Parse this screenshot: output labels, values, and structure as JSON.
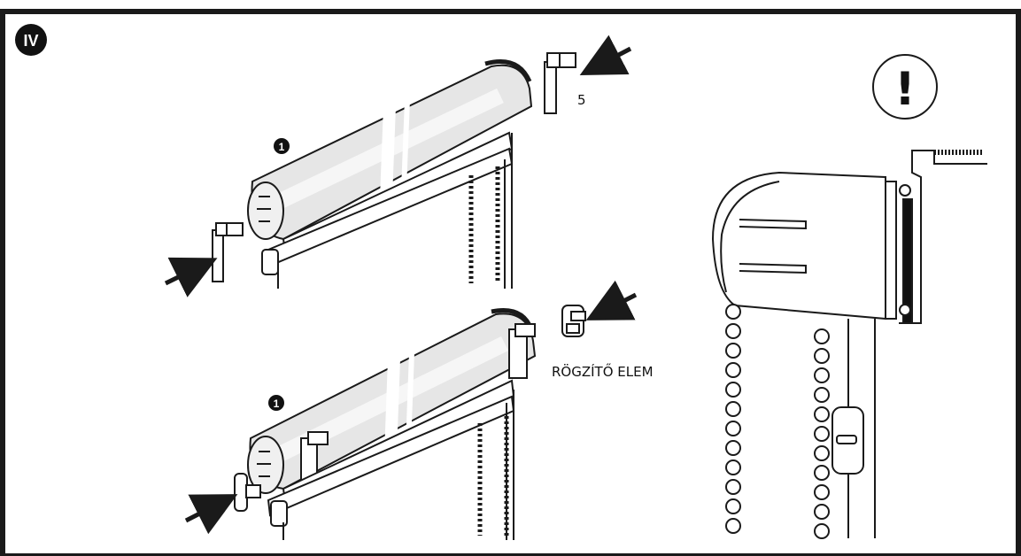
{
  "step": {
    "marker": "IV"
  },
  "callouts": {
    "part_number_1": "1",
    "part_number_2": "1",
    "bracket_count": "5",
    "fixing_element": "RÖGZÍTŐ ELEM"
  },
  "warning": {
    "symbol": "!"
  },
  "colors": {
    "line": "#1a1a1a",
    "tube_fill": "#e6e6e6",
    "tube_highlight": "#f6f6f6",
    "background": "#ffffff"
  },
  "icons": [
    "step-badge-icon",
    "warning-icon",
    "arrow-icon",
    "bracket-icon",
    "chain-icon",
    "fixing-clip-icon"
  ]
}
